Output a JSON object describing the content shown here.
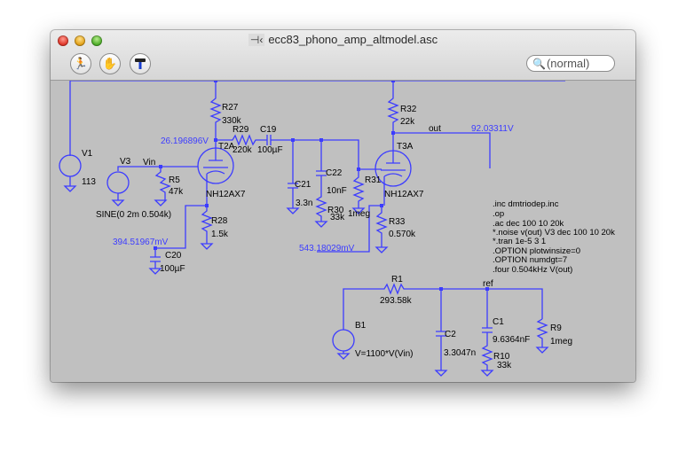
{
  "window": {
    "title": "ecc83_phono_amp_altmodel.asc",
    "title_icon": "schematic-icon",
    "toolbar": {
      "run_icon": "run-icon",
      "halt_icon": "hand-icon",
      "hammer_icon": "hammer-icon",
      "search_placeholder": "(normal)"
    }
  },
  "schematic": {
    "colors": {
      "wire": "#3c3cff",
      "text": "#000000",
      "probe": "#3c3cff",
      "background": "#c0c0c0"
    },
    "nets": {
      "vin": "Vin",
      "out": "out",
      "ref": "ref"
    },
    "probes": {
      "t2a_plate": "26.196896V",
      "t2a_cathode": "394.51967mV",
      "t3a_cathode": "543.18029mV",
      "out": "92.03311V"
    },
    "components": {
      "V1": {
        "name": "V1",
        "value": "113"
      },
      "V3": {
        "name": "V3",
        "value": "SINE(0 2m 0.504k)"
      },
      "R5": {
        "name": "R5",
        "value": "47k"
      },
      "R27": {
        "name": "R27",
        "value": "330k"
      },
      "R28": {
        "name": "R28",
        "value": "1.5k"
      },
      "R29": {
        "name": "R29",
        "value": "220k"
      },
      "C19": {
        "name": "C19",
        "value": "100µF"
      },
      "C20": {
        "name": "C20",
        "value": "100µF"
      },
      "C21": {
        "name": "C21",
        "value": "3.3n"
      },
      "C22": {
        "name": "C22",
        "value": "10nF"
      },
      "R30": {
        "name": "R30",
        "value": "33k"
      },
      "R31": {
        "name": "R31",
        "value": "1meg"
      },
      "R32": {
        "name": "R32",
        "value": "22k"
      },
      "R33": {
        "name": "R33",
        "value": "0.570k"
      },
      "T2A": {
        "name": "T2A",
        "value": "NH12AX7"
      },
      "T3A": {
        "name": "T3A",
        "value": "NH12AX7"
      },
      "B1": {
        "name": "B1",
        "value": "V=1100*V(Vin)"
      },
      "R1": {
        "name": "R1",
        "value": "293.58k"
      },
      "C2": {
        "name": "C2",
        "value": "3.3047n"
      },
      "C1": {
        "name": "C1",
        "value": "9.6364nF"
      },
      "R10": {
        "name": "R10",
        "value": "33k"
      },
      "R9": {
        "name": "R9",
        "value": "1meg"
      }
    },
    "directives": [
      ".inc dmtriodep.inc",
      ".op",
      ".ac dec 100 10 20k",
      "*.noise v(out) V3 dec 100 10 20k",
      "*.tran 1e-5 3 1",
      ".OPTION plotwinsize=0",
      ".OPTION numdgt=7",
      ".four 0.504kHz V(out)"
    ]
  }
}
